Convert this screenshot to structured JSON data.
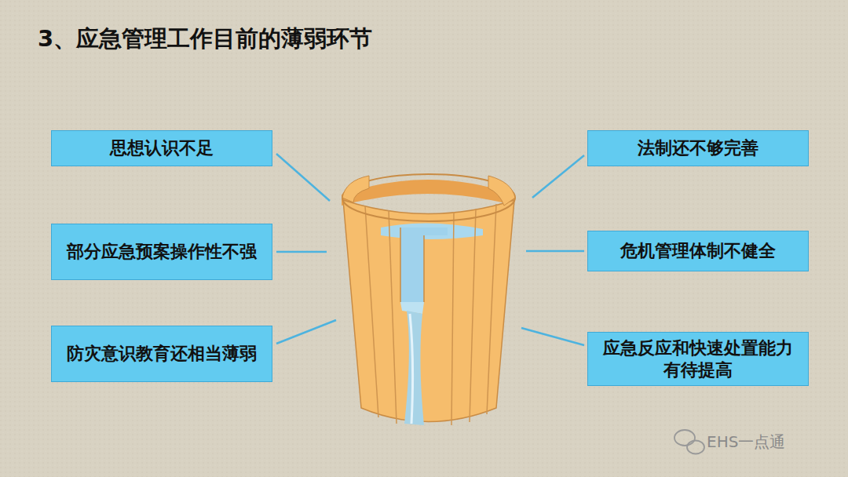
{
  "diagram": {
    "title": "3、应急管理工作目前的薄弱环节",
    "nodes": [
      {
        "text": [
          "思想认识不足"
        ]
      },
      {
        "text": [
          "法制还不够完善"
        ]
      },
      {
        "text": [
          "部分应急预案操作性不强"
        ]
      },
      {
        "text": [
          "危机管理体制不健全"
        ]
      },
      {
        "text": [
          "防灾意识教育还相当薄弱"
        ]
      },
      {
        "text": [
          "应急反应和快速处置能力有待提高"
        ]
      }
    ],
    "labels": [
      "EHS一点通"
    ]
  }
}
